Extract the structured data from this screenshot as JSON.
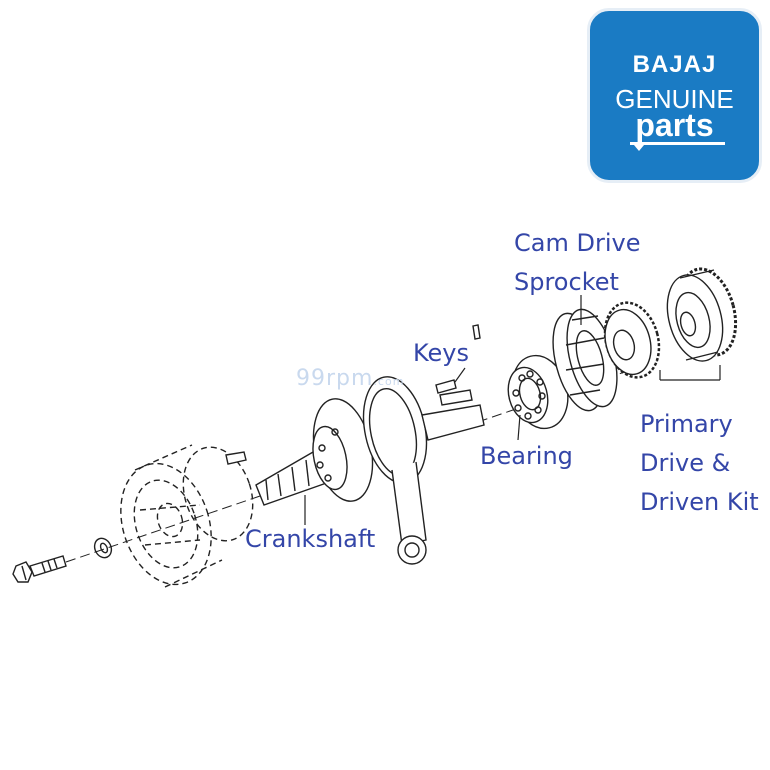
{
  "logo": {
    "brand": "BAJAJ",
    "line1": "GENUINE",
    "line2": "parts",
    "color": "#1a7bc4"
  },
  "watermark": {
    "text": "99rpm",
    "suffix": ".com"
  },
  "labels": {
    "cam_drive_line1": "Cam Drive",
    "cam_drive_line2": "Sprocket",
    "keys": "Keys",
    "bearing": "Bearing",
    "primary_line1": "Primary",
    "primary_line2": "Drive &",
    "primary_line3": "Driven Kit",
    "crankshaft": "Crankshaft"
  },
  "colors": {
    "label": "#3446a8",
    "line": "#222222"
  }
}
